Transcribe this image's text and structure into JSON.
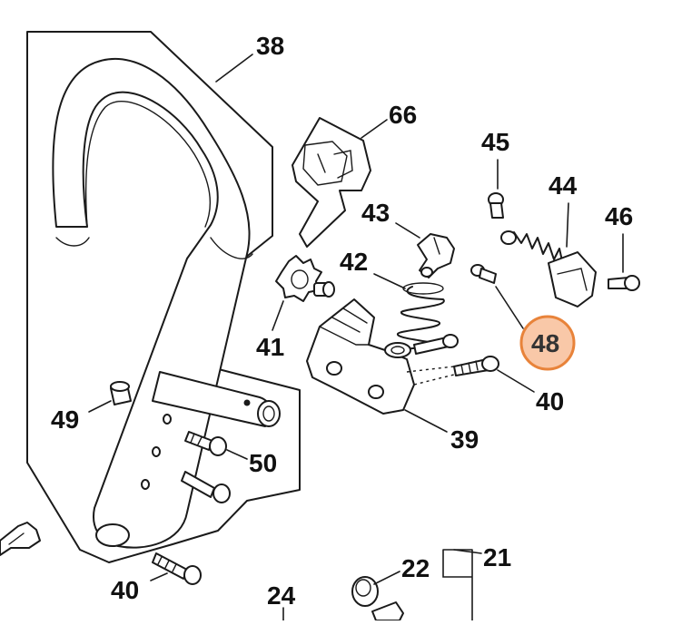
{
  "callouts": {
    "c38": "38",
    "c66": "66",
    "c45": "45",
    "c44": "44",
    "c43": "43",
    "c46": "46",
    "c42": "42",
    "c48": "48",
    "c41": "41",
    "c40a": "40",
    "c39": "39",
    "c49": "49",
    "c50": "50",
    "c40b": "40",
    "c24": "24",
    "c22": "22",
    "c21": "21"
  },
  "colors": {
    "highlight_fill": "#F9C8A8",
    "highlight_ring": "#E8833A",
    "line": "#1A1A1A"
  },
  "highlighted_part": "48"
}
